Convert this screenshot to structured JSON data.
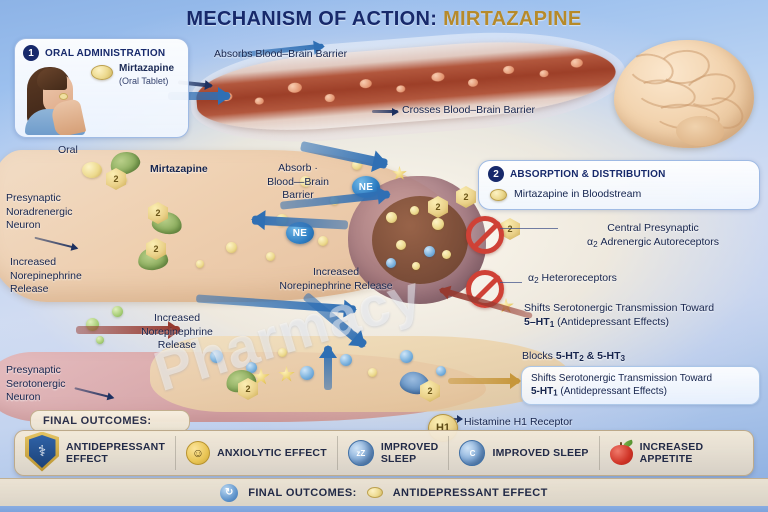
{
  "title": {
    "main": "MECHANISM OF ACTION:",
    "drug": "MIRTAZAPINE"
  },
  "watermark": "Pharmacy",
  "colors": {
    "title_main": "#17296b",
    "title_drug": "#b68a2a",
    "label_text": "#16244d",
    "block_sign": "#cf4136",
    "ne_marker": "#2f7fc4",
    "receptor_badge": "#ead189",
    "outcome_bar": "#f0e4cd"
  },
  "panels": {
    "oral_administration": {
      "step": "1",
      "title": "ORAL ADMINISTRATION",
      "drug_name": "Mirtazapine",
      "drug_form": "(Oral Tablet)"
    },
    "absorption_distribution": {
      "step": "2",
      "title": "ABSORPTION & DISTRIBUTION",
      "bloodstream": "Mirtazapine in Bloodstream"
    }
  },
  "labels": {
    "absorbs_bbb": "Absorbs  Blood–Brain Barrier",
    "crosses_bbb": "Crosses Blood–Brain Barrier",
    "oral": "Oral",
    "mirtazapine": "Mirtazapine",
    "absorb_bbb_mid_l1": "Absorb ·",
    "absorb_bbb_mid_l2": "Blood—Brain",
    "absorb_bbb_mid_l3": "Barrier",
    "presynaptic_na_l1": "Presynaptic",
    "presynaptic_na_l2": "Noradrenergic",
    "presynaptic_na_l3": "Neuron",
    "increased_ne_a_l1": "Increased",
    "increased_ne_a_l2": "Norepinephrine",
    "increased_ne_a_l3": "Release",
    "increased_ne_b_l1": "Increased",
    "increased_ne_b_l2": "Norepinephrine Release",
    "increased_ne_c_l1": "Increased",
    "increased_ne_c_l2": "Norepinephrine",
    "increased_ne_c_l3": "Release",
    "presynaptic_5ht_l1": "Presynaptic",
    "presynaptic_5ht_l2": "Serotonergic",
    "presynaptic_5ht_l3": "Neuron",
    "central_presynaptic_l1": "Central Presynaptic",
    "alpha2_autoreceptors": "Adrenergic Autoreceptors",
    "alpha2_heteroreceptors": "Heteroreceptors",
    "shift_5ht1_line1": "Shifts Serotonergic Transmission Toward",
    "shift_5ht1_line2_effects": "(Antidepressant Effects)",
    "blocks_5ht": "Blocks",
    "histamine_h1": "Histamine H1 Receptor",
    "h1_badge": "H1",
    "ne_marker": "NE",
    "receptor_tag": "2"
  },
  "outcomes": {
    "heading": "FINAL OUTCOMES:",
    "items": [
      {
        "icon": "caduceus-shield-icon",
        "glyph": "⚕",
        "label_line1": "ANTIDEPRESSANT",
        "label_line2": "EFFECT"
      },
      {
        "icon": "smiley-face-icon",
        "glyph": "ὠA",
        "label_line1": "ANXIOLYTIC EFFECT",
        "label_line2": ""
      },
      {
        "icon": "sleep-moon-icon",
        "glyph": "zZ",
        "label_line1": "IMPROVED",
        "label_line2": "SLEEP"
      },
      {
        "icon": "sleep-moon-icon",
        "glyph": "C",
        "label_line1": "IMPROVED SLEEP",
        "label_line2": ""
      },
      {
        "icon": "apple-icon",
        "glyph": "",
        "label_line1": "INCREASED",
        "label_line2": "APPETITE"
      }
    ]
  },
  "bottom_strip": {
    "heading": "FINAL OUTCOMES:",
    "outcome": "ANTIDEPRESSANT EFFECT",
    "swirl_glyph": "↻"
  }
}
